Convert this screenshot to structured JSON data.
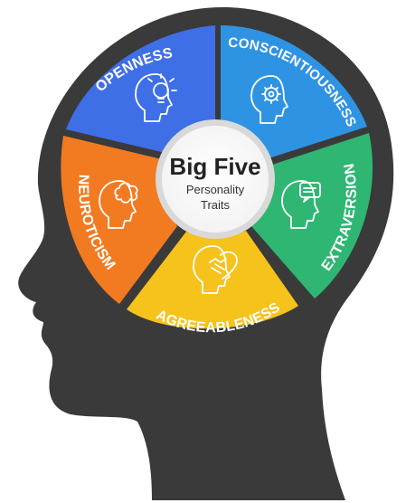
{
  "center": {
    "title": "Big Five",
    "subtitle_line1": "Personality",
    "subtitle_line2": "Traits"
  },
  "traits": [
    {
      "id": "openness",
      "label": "OPENNESS",
      "color": "#3f6fe6",
      "icon": "head-lightbulb-icon"
    },
    {
      "id": "conscientiousness",
      "label": "CONSCIENTIOUSNESS",
      "color": "#2f93e3",
      "icon": "head-gear-icon"
    },
    {
      "id": "extraversion",
      "label": "EXTRAVERSION",
      "color": "#2fb673",
      "icon": "head-speech-bubble-icon"
    },
    {
      "id": "agreeableness",
      "label": "AGREEABLENESS",
      "color": "#f6c21c",
      "icon": "head-handshake-icon"
    },
    {
      "id": "neuroticism",
      "label": "NEUROTICISM",
      "color": "#f27a21",
      "icon": "head-cloud-icon"
    }
  ],
  "colors": {
    "head_silhouette": "#3a3a3a",
    "center_ring": "#d9d9d9",
    "center_fill": "#ffffff"
  }
}
